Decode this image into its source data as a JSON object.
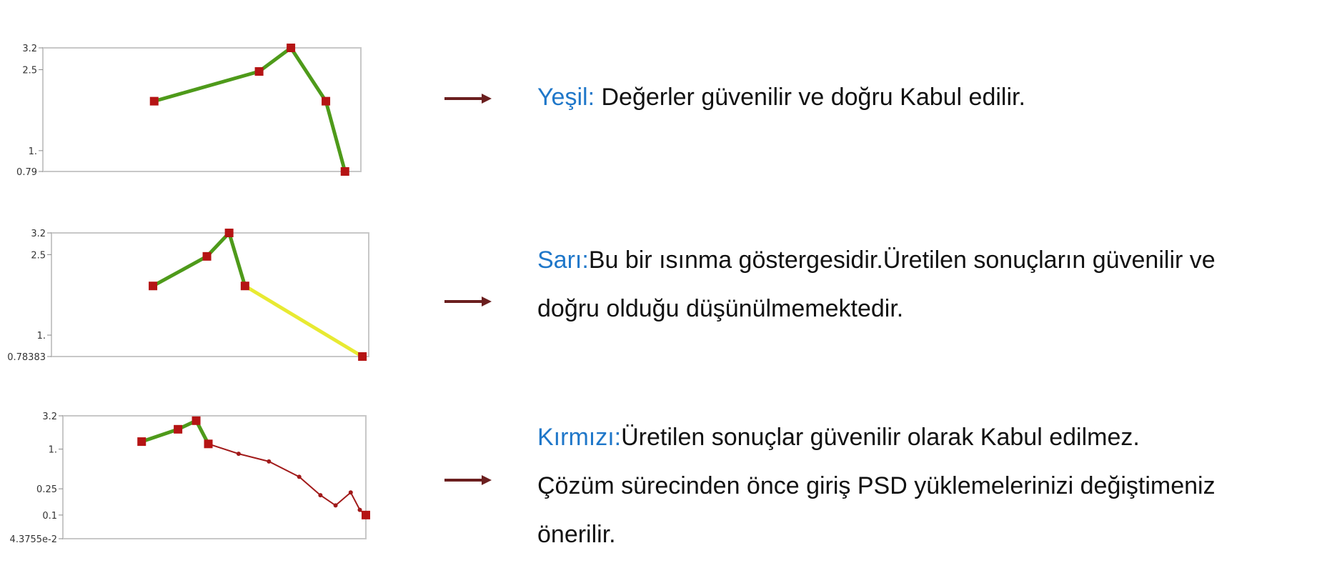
{
  "colors": {
    "key": "#1f77c9",
    "arrow": "#6b1f1f",
    "green": "#4e9a1a",
    "yellow": "#e8ea32",
    "red": "#a11a1a",
    "marker": "#b51414",
    "frame": "#c8c8c8"
  },
  "chart_data": [
    {
      "type": "line",
      "yticks": [
        "3.2",
        "2.5",
        "1.",
        "0.79"
      ],
      "ylim": [
        0.79,
        3.2
      ],
      "scale": "log",
      "points": [
        [
          0.35,
          1.75
        ],
        [
          0.68,
          2.45
        ],
        [
          0.78,
          3.2
        ],
        [
          0.89,
          1.75
        ],
        [
          0.95,
          0.79
        ]
      ],
      "segment_colors": [
        "green",
        "green",
        "green",
        "green"
      ]
    },
    {
      "type": "line",
      "yticks": [
        "3.2",
        "2.5",
        "1.",
        "0.78383"
      ],
      "ylim": [
        0.78383,
        3.2
      ],
      "scale": "log",
      "points": [
        [
          0.32,
          1.75
        ],
        [
          0.49,
          2.45
        ],
        [
          0.56,
          3.2
        ],
        [
          0.61,
          1.75
        ],
        [
          0.98,
          0.78383
        ]
      ],
      "segment_colors": [
        "green",
        "green",
        "green",
        "yellow"
      ]
    },
    {
      "type": "line",
      "yticks": [
        "3.2",
        "1.",
        "0.25",
        "0.1",
        "4.3755e-2"
      ],
      "ylim": [
        0.043755,
        3.2
      ],
      "scale": "log",
      "points": [
        [
          0.26,
          1.3
        ],
        [
          0.38,
          2.0
        ],
        [
          0.44,
          2.7
        ],
        [
          0.48,
          1.2
        ],
        [
          0.58,
          0.85
        ],
        [
          0.68,
          0.65
        ],
        [
          0.78,
          0.38
        ],
        [
          0.85,
          0.2
        ],
        [
          0.9,
          0.14
        ],
        [
          0.95,
          0.22
        ],
        [
          0.98,
          0.12
        ],
        [
          1.0,
          0.1
        ]
      ],
      "segment_colors": [
        "green",
        "green",
        "green",
        "red",
        "red",
        "red",
        "red",
        "red",
        "red",
        "red",
        "red"
      ]
    }
  ],
  "rows": [
    {
      "key": "Yeşil:",
      "lines": [
        " Değerler güvenilir ve doğru Kabul edilir."
      ]
    },
    {
      "key": "Sarı:",
      "lines": [
        "Bu bir ısınma göstergesidir.Üretilen sonuçların güvenilir ve",
        "doğru olduğu düşünülmemektedir."
      ]
    },
    {
      "key": "Kırmızı:",
      "lines": [
        "Üretilen sonuçlar güvenilir olarak Kabul edilmez.",
        "Çözüm sürecinden önce giriş PSD yüklemelerinizi değiştimeniz",
        "önerilir."
      ]
    }
  ]
}
